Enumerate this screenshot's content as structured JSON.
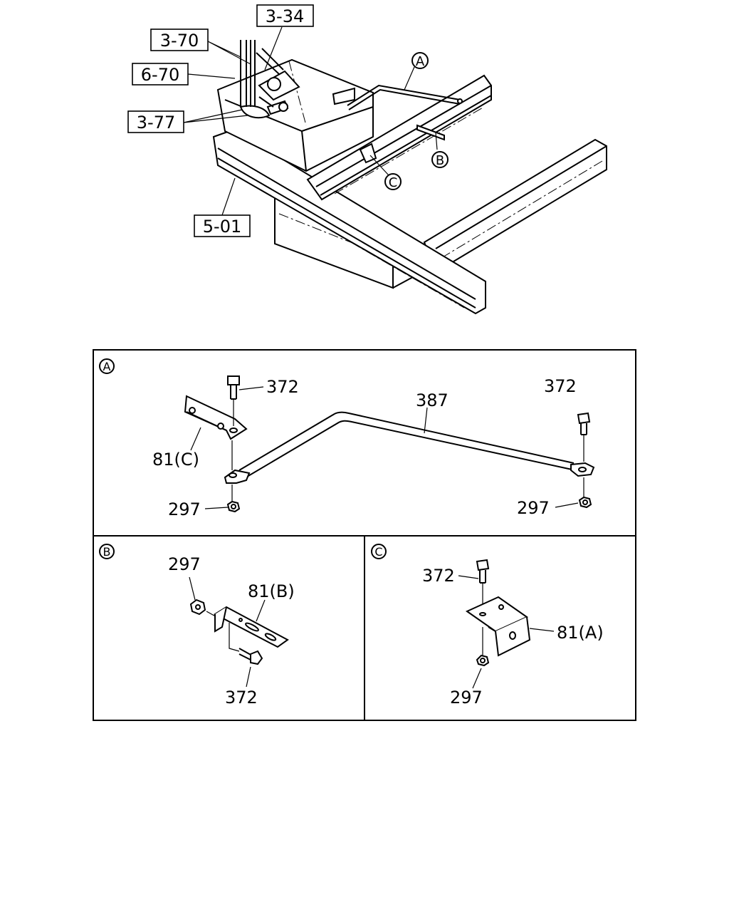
{
  "refs": {
    "r334": "3-34",
    "r370": "3-70",
    "r670": "6-70",
    "r377": "3-77",
    "r501": "5-01"
  },
  "callouts": {
    "a": "A",
    "b": "B",
    "c": "C"
  },
  "panel_a": {
    "label": "A",
    "bolt_left": "372",
    "bolt_right": "372",
    "rod": "387",
    "bracket": "81(C)",
    "nut_left": "297",
    "nut_right": "297"
  },
  "panel_b": {
    "label": "B",
    "nut": "297",
    "bracket": "81(B)",
    "bolt": "372"
  },
  "panel_c": {
    "label": "C",
    "bolt": "372",
    "bracket": "81(A)",
    "nut": "297"
  }
}
